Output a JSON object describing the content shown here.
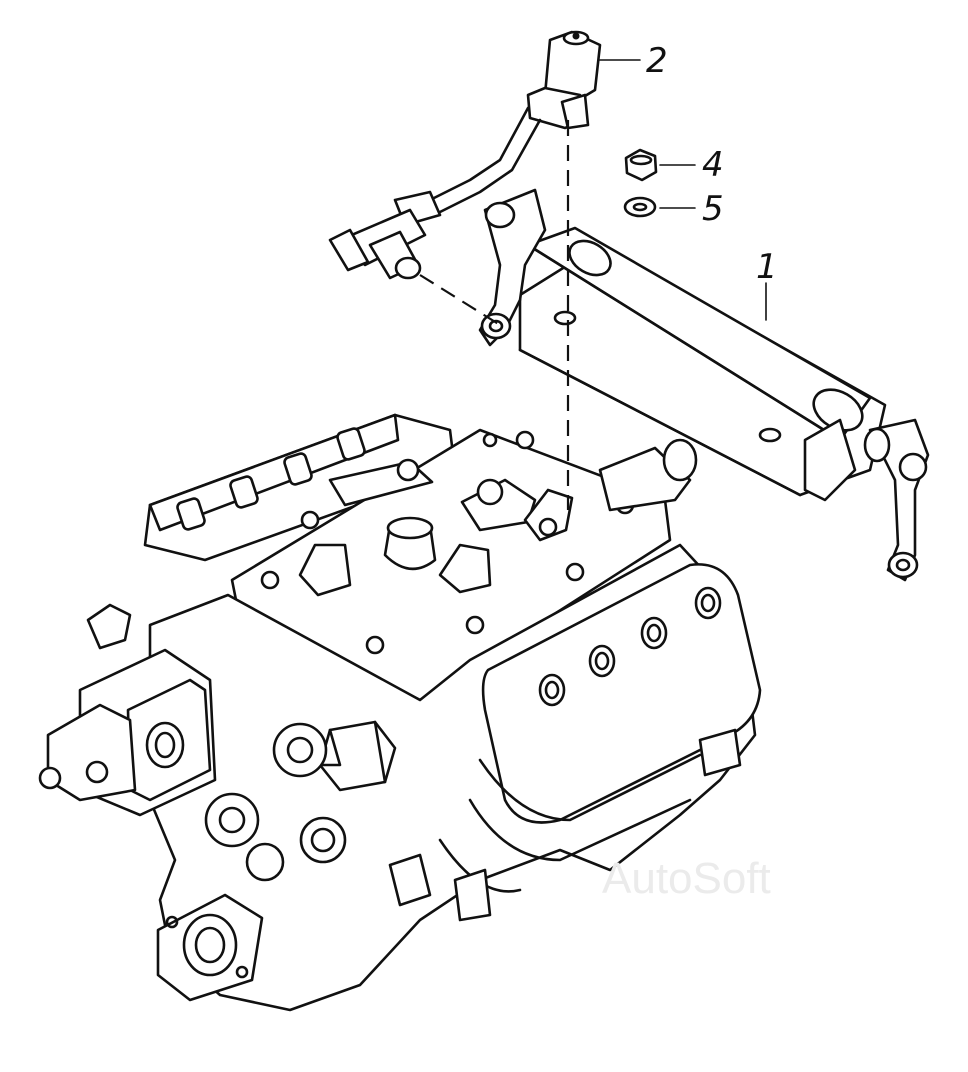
{
  "callouts": [
    {
      "id": "part-1",
      "label": "1"
    },
    {
      "id": "part-2",
      "label": "2"
    },
    {
      "id": "part-4",
      "label": "4"
    },
    {
      "id": "part-5",
      "label": "5"
    }
  ],
  "watermark": "AutoSoft",
  "colors": {
    "line": "#111111",
    "background": "#ffffff",
    "watermark": "#ebebeb"
  }
}
